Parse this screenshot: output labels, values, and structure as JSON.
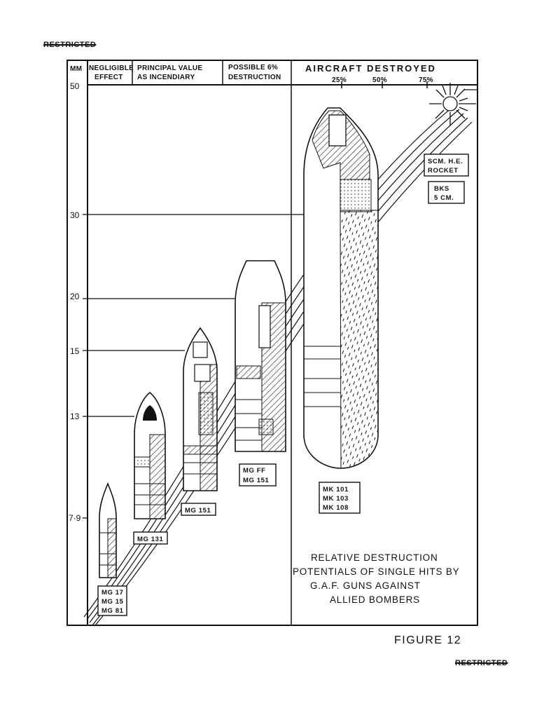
{
  "stamps": {
    "top": "RESTRICTED",
    "bottom": "RESTRICTED"
  },
  "figure_label": "FIGURE 12",
  "header": {
    "mm": "MM",
    "col1": [
      "NEGLIGIBLE",
      "EFFECT"
    ],
    "col2": [
      "PRINCIPAL VALUE",
      "AS INCENDIARY"
    ],
    "col3": [
      "POSSIBLE 6%",
      "DESTRUCTION"
    ],
    "col4": "AIRCRAFT   DESTROYED",
    "percent_ticks": [
      "25%",
      "50%",
      "75%"
    ]
  },
  "caliber_ticks": [
    "50",
    "30",
    "20",
    "15",
    "13",
    "7·9"
  ],
  "weapon_groups": [
    {
      "lines": [
        "MG 17",
        "MG 15",
        "MG 81"
      ]
    },
    {
      "lines": [
        "MG 131"
      ]
    },
    {
      "lines": [
        "MG 151"
      ]
    },
    {
      "lines": [
        "MG FF",
        "MG 151"
      ]
    },
    {
      "lines": [
        "MK 101",
        "MK 103",
        "MK 108"
      ]
    },
    {
      "lines": [
        "SCM. H.E.",
        "ROCKET"
      ]
    },
    {
      "lines": [
        "BKS",
        "5 CM."
      ]
    }
  ],
  "title": [
    "RELATIVE DESTRUCTION",
    "POTENTIALS OF SINGLE HITS BY",
    "G.A.F.  GUNS AGAINST",
    "ALLIED BOMBERS"
  ]
}
